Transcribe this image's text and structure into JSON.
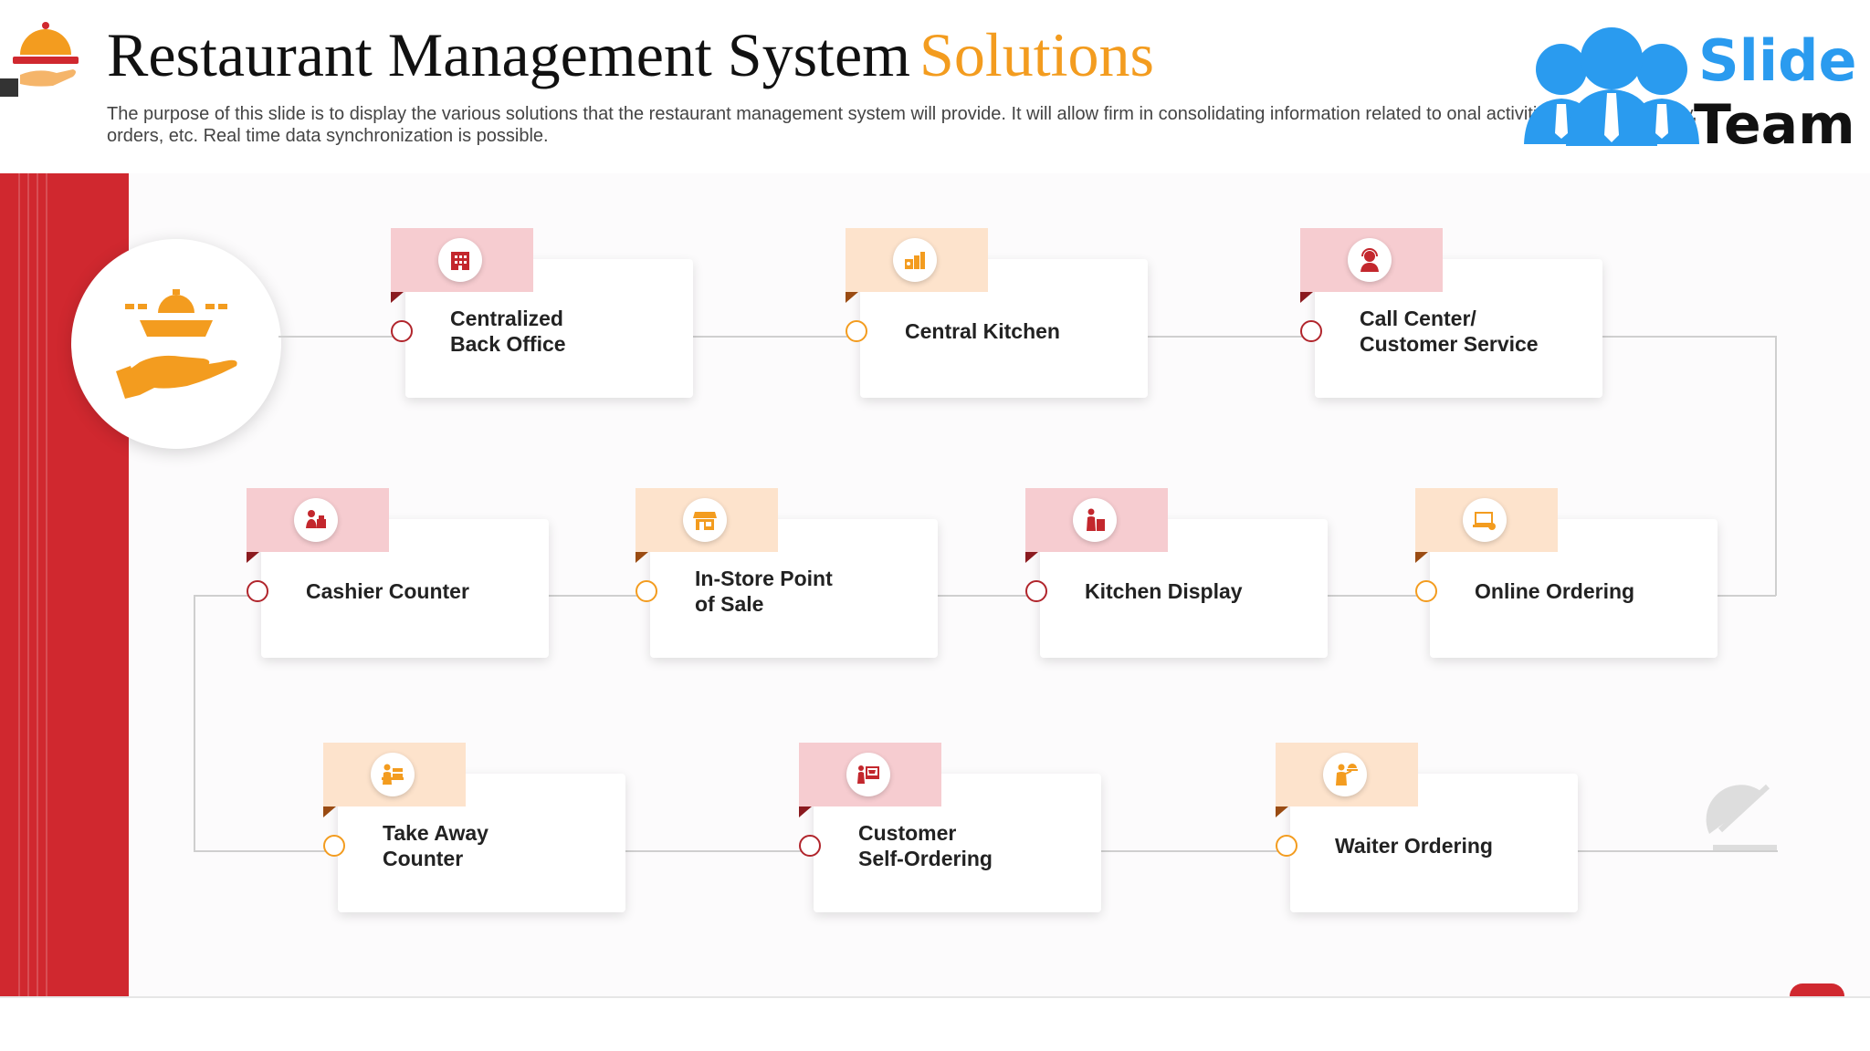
{
  "header": {
    "title_main": "Restaurant Management System",
    "title_accent": "Solutions",
    "subtitle": "The purpose of this slide is to display the various solutions that the restaurant management system will provide. It will allow firm in consolidating information related to                    onal activities, sales, inventory, orders, etc. Real time data synchronization is possible."
  },
  "logo": {
    "line1": "Slide",
    "line2": "Team"
  },
  "cards": [
    {
      "label": "Centralized\nBack Office",
      "icon": "office-building-icon",
      "theme": "red"
    },
    {
      "label": "Central Kitchen",
      "icon": "kitchen-appliances-icon",
      "theme": "orange"
    },
    {
      "label": "Call Center/\nCustomer Service",
      "icon": "headset-agent-icon",
      "theme": "red"
    },
    {
      "label": "Cashier Counter",
      "icon": "cashier-icon",
      "theme": "red"
    },
    {
      "label": "In-Store Point\nof Sale",
      "icon": "storefront-icon",
      "theme": "orange"
    },
    {
      "label": "Kitchen Display",
      "icon": "chef-display-icon",
      "theme": "red"
    },
    {
      "label": "Online Ordering",
      "icon": "laptop-order-icon",
      "theme": "orange"
    },
    {
      "label": "Take Away\nCounter",
      "icon": "takeaway-counter-icon",
      "theme": "orange"
    },
    {
      "label": "Customer\nSelf-Ordering",
      "icon": "kiosk-cart-icon",
      "theme": "red"
    },
    {
      "label": "Waiter Ordering",
      "icon": "waiter-tray-icon",
      "theme": "orange"
    }
  ],
  "colors": {
    "accent_orange": "#f39c1f",
    "brand_red": "#d0282f",
    "logo_blue": "#2a9bef"
  }
}
